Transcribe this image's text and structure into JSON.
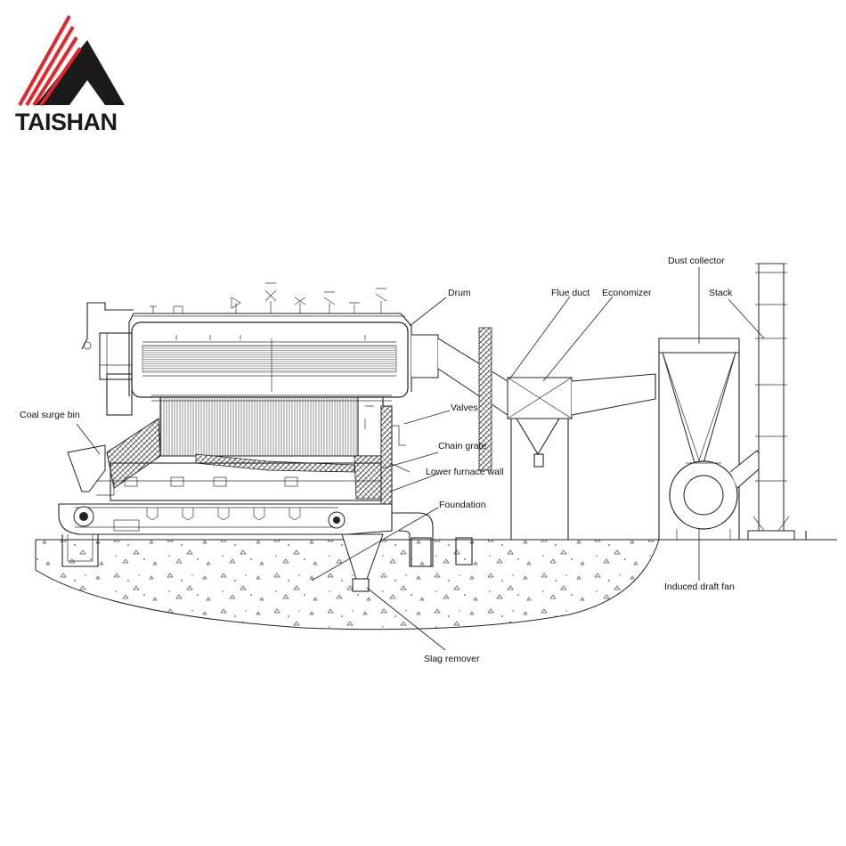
{
  "brand": {
    "name": "TAISHAN",
    "accent": "#e3262b",
    "dark": "#1a1a1a"
  },
  "labels": {
    "coal_surge_bin": "Coal surge bin",
    "drum": "Drum",
    "flue_duct": "Flue duct",
    "economizer": "Economizer",
    "dust_collector": "Dust collector",
    "stack": "Stack",
    "valves": "Valves",
    "chain_grate": "Chain grate",
    "lower_furnace_wall": "Lower furnace wall",
    "foundation": "Foundation",
    "induced_draft_fan": "Induced draft fan",
    "slag_remover": "Slag remover"
  }
}
